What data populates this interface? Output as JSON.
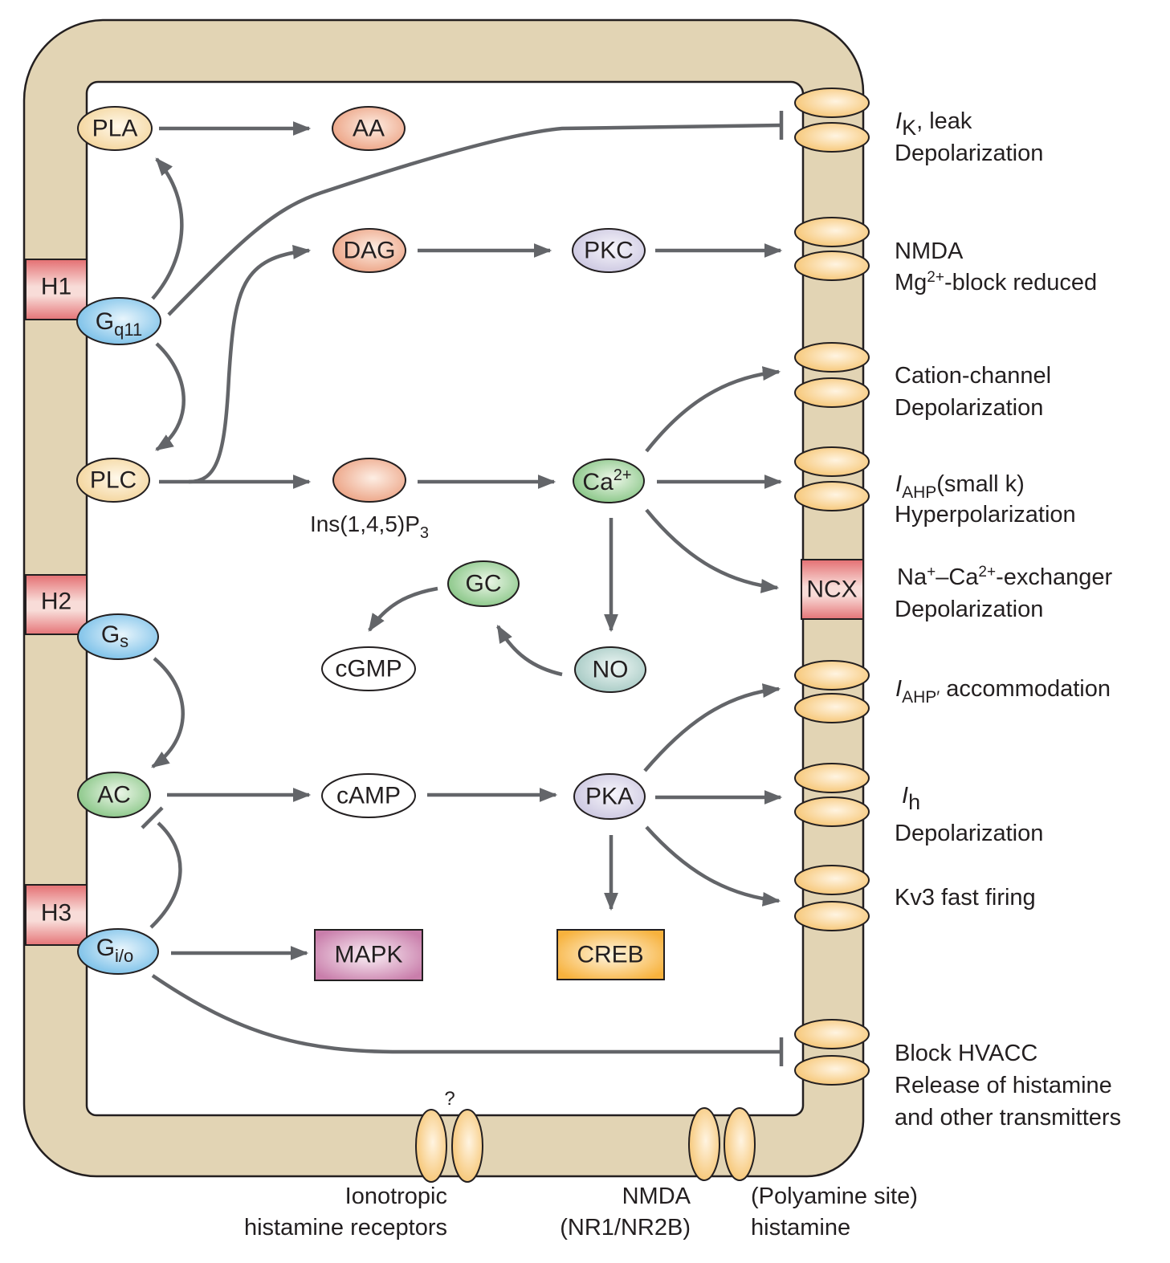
{
  "title": "Histamine receptor signaling pathways in a neuron",
  "colors": {
    "membrane": "#e2d4b4",
    "receptor": "#e8868a",
    "g_protein": "#7fc3ea",
    "enzyme_yellow": "#f6dca8",
    "messenger_orange": "#eea88a",
    "green_node": "#8cc98c",
    "kinase_lavender": "#cfcbe3",
    "no_node": "#a9ccc7",
    "mapk": "#c77ba8",
    "creb": "#f8b845",
    "channel": "#f8cd7e",
    "arrow": "#636569"
  },
  "receptors": [
    {
      "id": "H1",
      "label": "H1"
    },
    {
      "id": "H2",
      "label": "H2"
    },
    {
      "id": "H3",
      "label": "H3"
    },
    {
      "id": "NCX",
      "label": "NCX"
    }
  ],
  "nodes": {
    "pla": {
      "label": "PLA"
    },
    "aa": {
      "label": "AA"
    },
    "gq11": {
      "label": "G",
      "sub": "q11"
    },
    "plc": {
      "label": "PLC"
    },
    "dag": {
      "label": "DAG"
    },
    "pkc": {
      "label": "PKC"
    },
    "ip3": {
      "label": ""
    },
    "ip3_caption": {
      "label": "Ins(1,4,5)P",
      "sub": "3"
    },
    "ca": {
      "label": "Ca",
      "sup": "2+"
    },
    "gc": {
      "label": "GC"
    },
    "cgmp": {
      "label": "cGMP"
    },
    "no": {
      "label": "NO"
    },
    "gs": {
      "label": "G",
      "sub": "s"
    },
    "ac": {
      "label": "AC"
    },
    "camp": {
      "label": "cAMP"
    },
    "pka": {
      "label": "PKA"
    },
    "gio": {
      "label": "G",
      "sub": "i/o"
    },
    "mapk": {
      "label": "MAPK"
    },
    "creb": {
      "label": "CREB"
    }
  },
  "effects": [
    {
      "line1_italic": "I",
      "line1_sub": "K",
      "line1_rest": ", leak",
      "line2": "Depolarization"
    },
    {
      "line1": "NMDA",
      "line2_pre": "Mg",
      "line2_sup": "2+",
      "line2_rest": "-block reduced"
    },
    {
      "line1": "Cation-channel",
      "line2": "Depolarization"
    },
    {
      "line1_italic": "I",
      "line1_sub": "AHP",
      "line1_rest": "(small k)",
      "line2": "Hyperpolarization"
    },
    {
      "line1_pre": "Na",
      "line1_sup1": "+",
      "line1_mid": "–Ca",
      "line1_sup2": "2+",
      "line1_rest": "-exchanger",
      "line2": "Depolarization"
    },
    {
      "line1_italic": "I",
      "line1_sub": "AHP′",
      "line1_rest": " accommodation"
    },
    {
      "line1_italic": "I",
      "line1_sub": "h",
      "line2": "Depolarization"
    },
    {
      "line1": "Kv3 fast firing"
    },
    {
      "line1": "Block HVACC",
      "line2": "Release of histamine",
      "line3": "and other transmitters"
    }
  ],
  "bottom": {
    "question_mark": "?",
    "ionotropic_line1": "Ionotropic",
    "ionotropic_line2": "histamine receptors",
    "nmda_line1": "NMDA",
    "nmda_line2": "(NR1/NR2B)",
    "polyamine_line1": "(Polyamine site)",
    "polyamine_line2": "histamine"
  }
}
